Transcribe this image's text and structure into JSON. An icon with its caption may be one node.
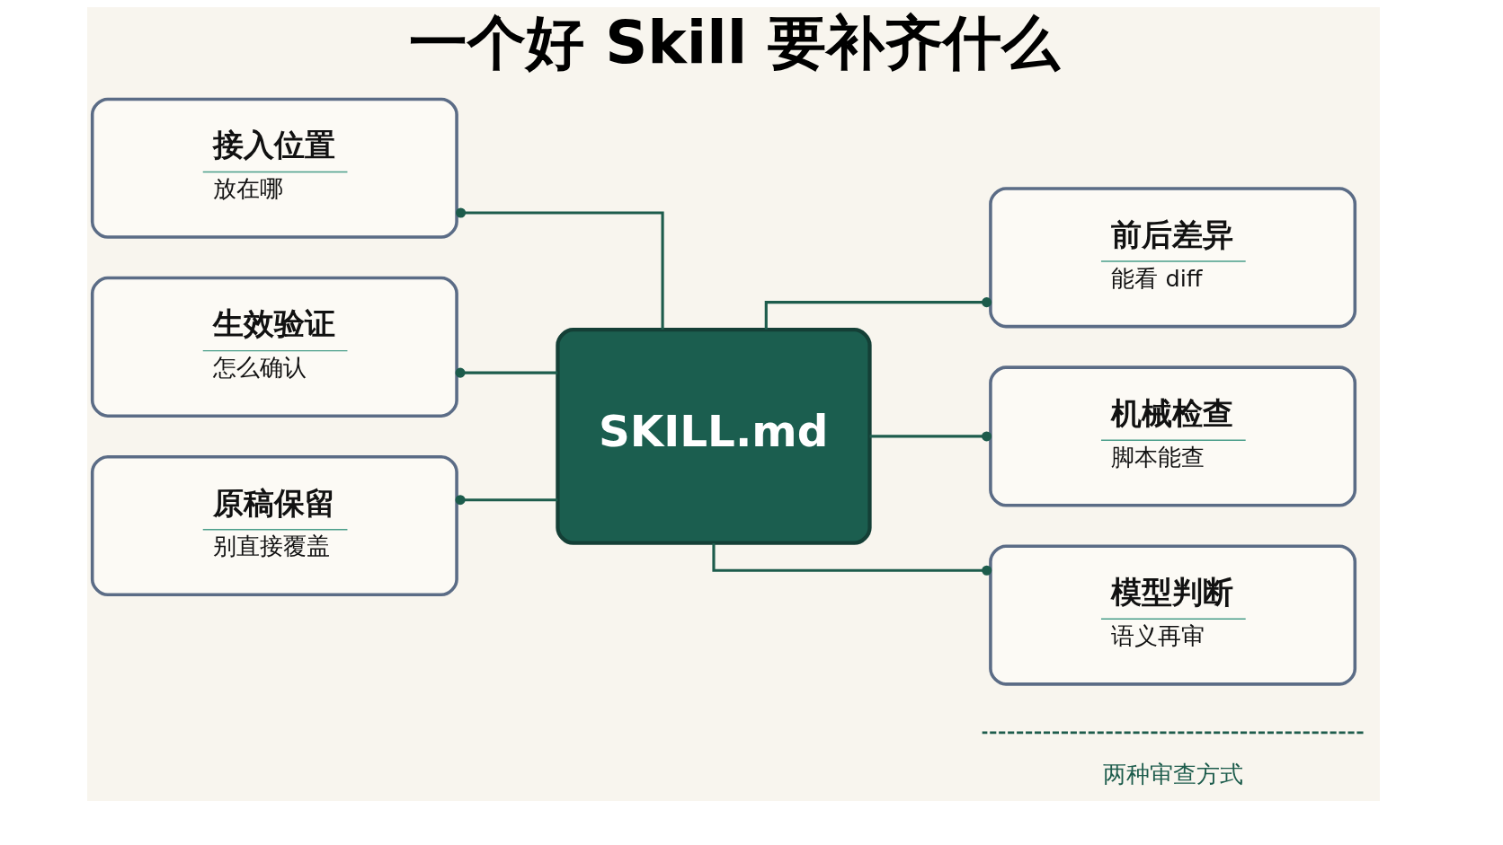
{
  "diagram": {
    "title": "一个好 Skill 要补齐什么",
    "nodes": [
      {
        "text": [
          "SKILL.md"
        ]
      },
      {
        "text": [
          "接入位置",
          "放在哪"
        ]
      },
      {
        "text": [
          "生效验证",
          "怎么确认"
        ]
      },
      {
        "text": [
          "原稿保留",
          "别直接覆盖"
        ]
      },
      {
        "text": [
          "前后差异",
          "能看 diff"
        ]
      },
      {
        "text": [
          "机械检查",
          "脚本能查"
        ]
      },
      {
        "text": [
          "模型判断",
          "语义再审"
        ]
      }
    ],
    "edges": [
      {
        "from": 0,
        "to": 1,
        "arrow": "other"
      },
      {
        "from": 0,
        "to": 2,
        "arrow": "other"
      },
      {
        "from": 0,
        "to": 3,
        "arrow": "other"
      },
      {
        "from": 0,
        "to": 4,
        "arrow": "other"
      },
      {
        "from": 0,
        "to": 5,
        "arrow": "other"
      },
      {
        "from": 0,
        "to": 6,
        "arrow": "other"
      }
    ],
    "labels": [
      "两种审查方式"
    ]
  }
}
